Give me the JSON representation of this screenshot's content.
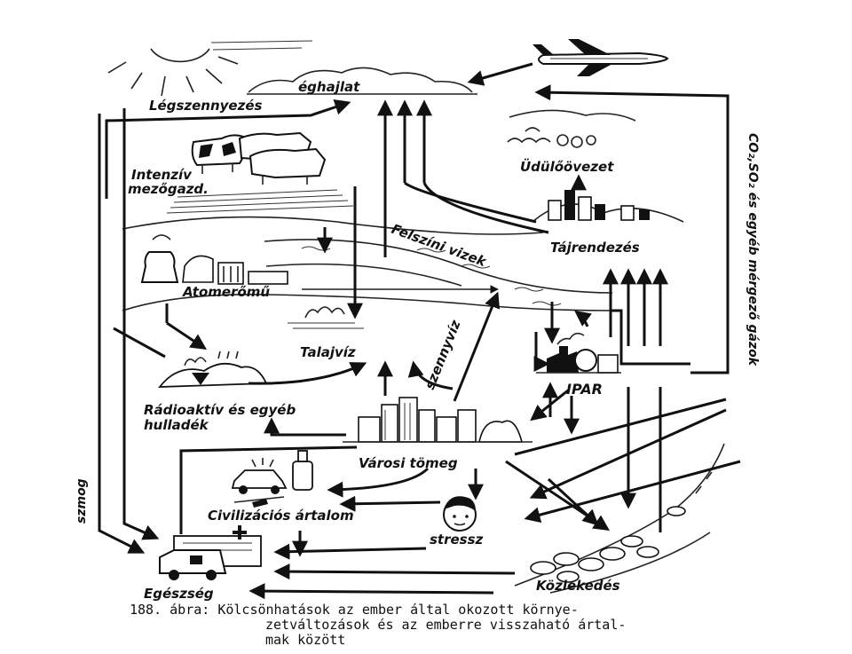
{
  "labels": {
    "eghajlat": "éghajlat",
    "legszennyezes": "Légszennyezés",
    "intenziv_line1": "Intenzív",
    "intenziv_line2": "mezőgazd.",
    "udulo": "Üdülőövezet",
    "tajrendezes": "Tájrendezés",
    "felszini": "Felszíni vizek",
    "atomeromu": "Atomerőmű",
    "talajviz": "Talajvíz",
    "szennyviz": "szennyvíz",
    "ipar": "IPAR",
    "radioaktiv_line1": "Rádioaktív és egyéb",
    "radioaktiv_line2": "hulladék",
    "varosi": "Városi tömeg",
    "civilizacios": "Civilizációs ártalom",
    "stressz": "stressz",
    "szmog": "szmog",
    "egeszseg": "Egészség",
    "kozlekedes": "Közlekedés",
    "gases": "CO₂,SO₂ és egyéb mérgező gázok"
  },
  "caption": {
    "line1": "188. ábra: Kölcsönhatások az ember által okozott környe-",
    "line2": "zetváltozások és az emberre visszaható ártal-",
    "line3": "mak között"
  },
  "icons": {
    "sun": "sun-icon",
    "airplane": "airplane-icon",
    "cattle": "cattle-icon",
    "nuclear_plant": "nuclear-plant-icon",
    "city": "city-icon",
    "factory": "factory-icon",
    "ambulance": "ambulance-icon",
    "face": "face-icon",
    "cars": "cars-icon"
  }
}
